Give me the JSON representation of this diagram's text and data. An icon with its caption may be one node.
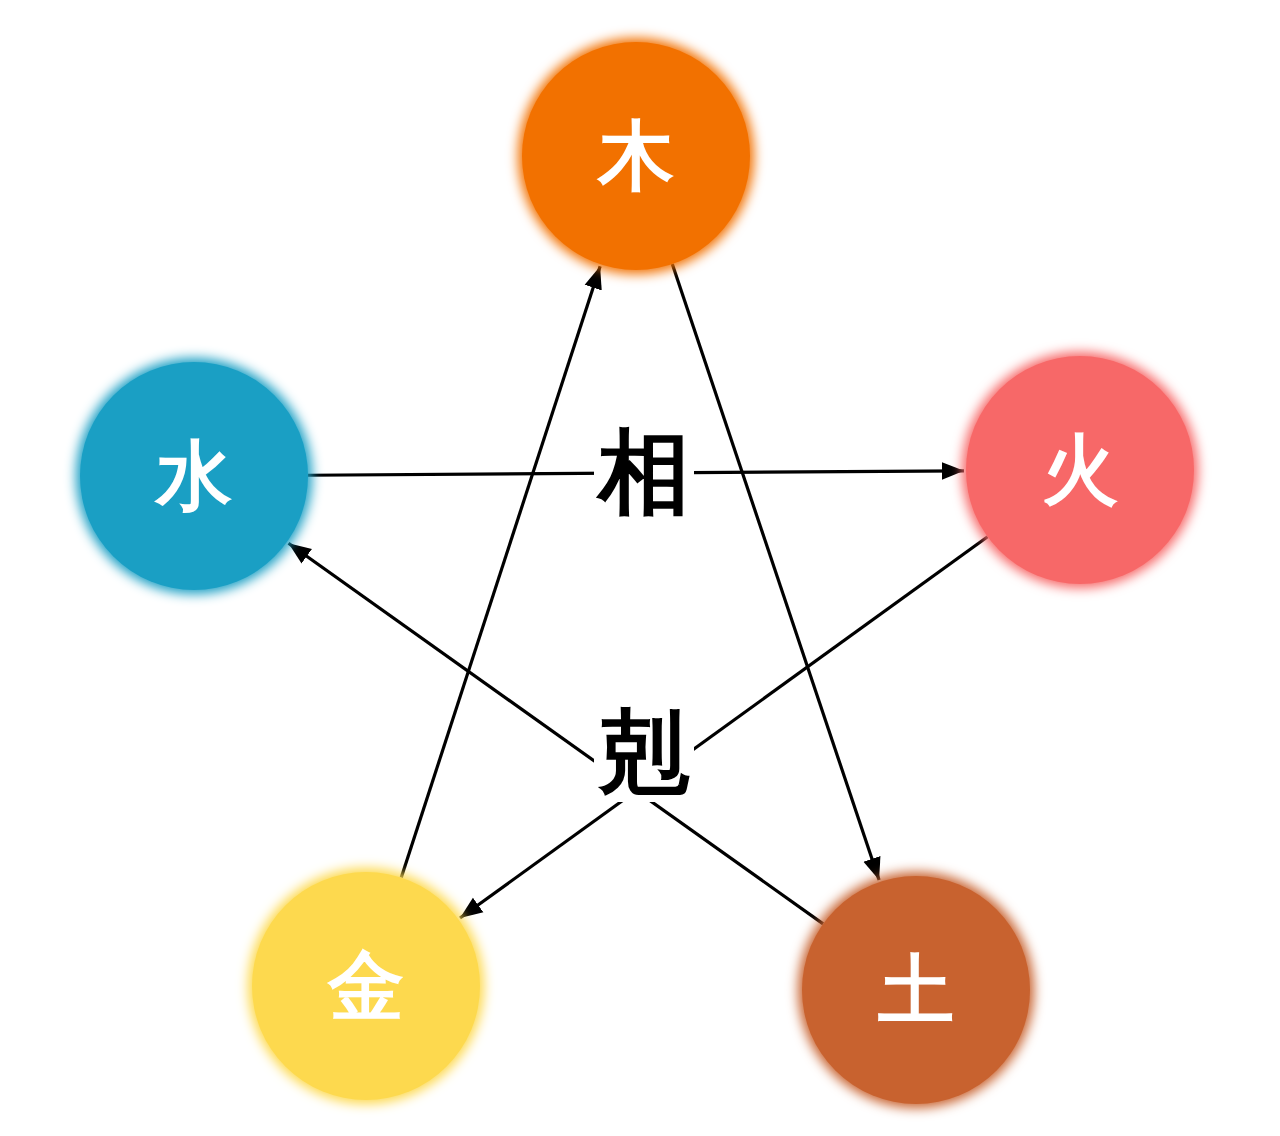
{
  "diagram": {
    "nodes": [
      {
        "text": [
          "木"
        ]
      },
      {
        "text": [
          "水"
        ]
      },
      {
        "text": [
          "火"
        ]
      },
      {
        "text": [
          "金"
        ]
      },
      {
        "text": [
          "土"
        ]
      }
    ],
    "edges": [
      {
        "from": 0,
        "to": 4,
        "arrow": "to"
      },
      {
        "from": 4,
        "to": 1,
        "arrow": "to"
      },
      {
        "from": 1,
        "to": 2,
        "arrow": "to"
      },
      {
        "from": 2,
        "to": 3,
        "arrow": "to"
      },
      {
        "from": 3,
        "to": 0,
        "arrow": "to"
      }
    ],
    "labels": [
      "相",
      "剋"
    ]
  }
}
